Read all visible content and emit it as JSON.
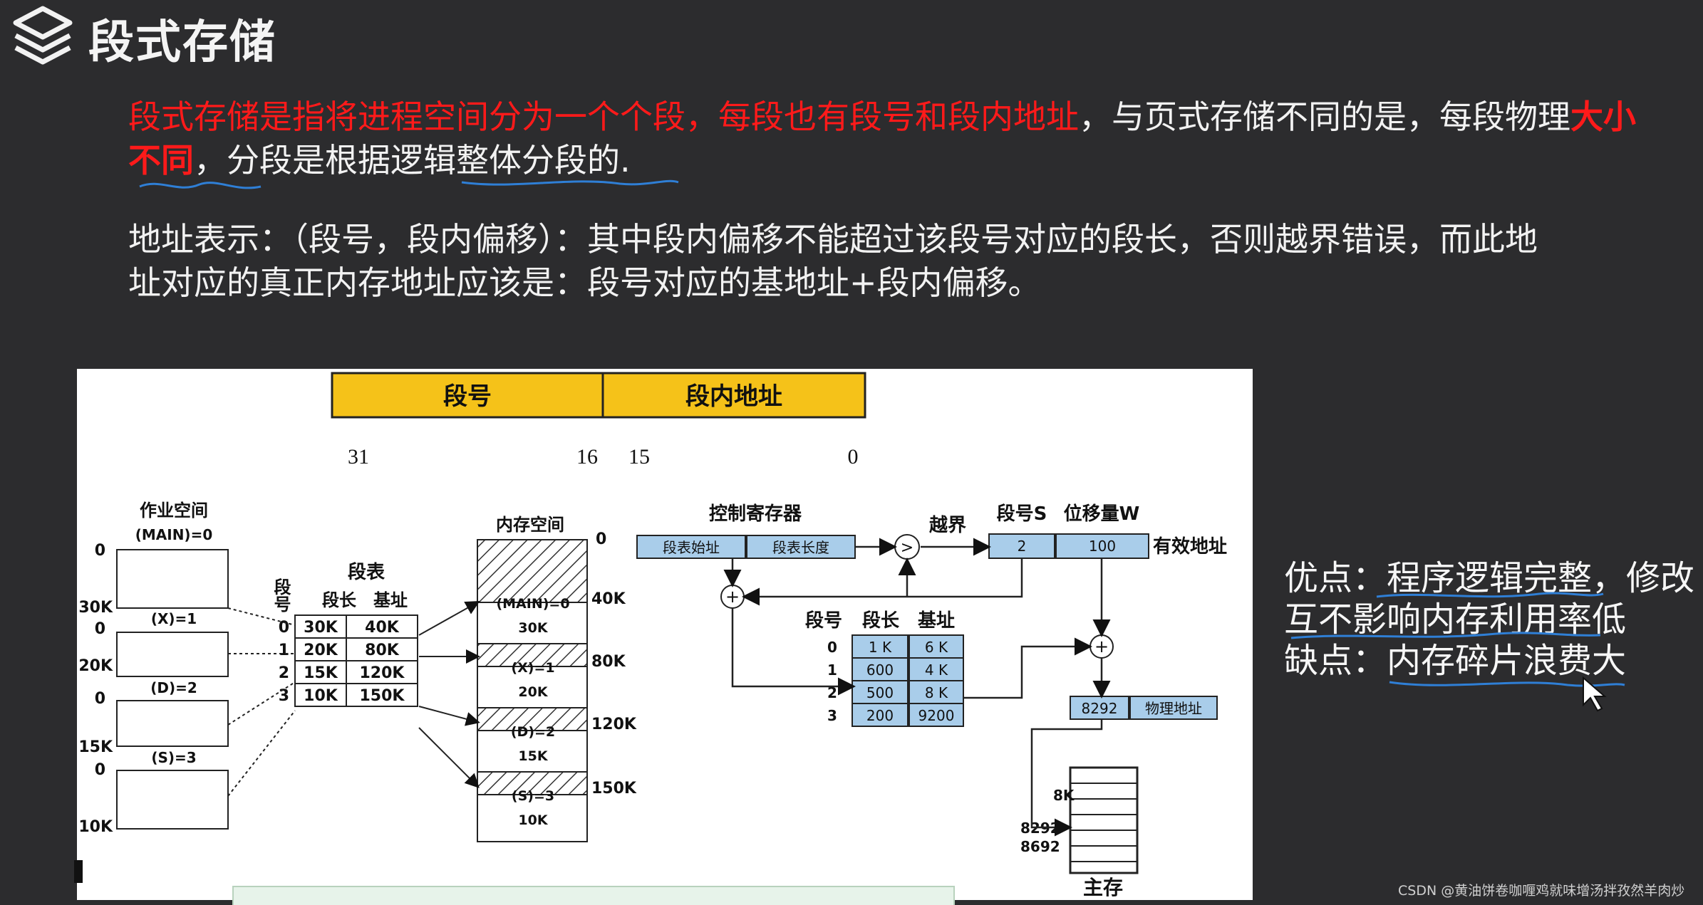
{
  "header": {
    "title": "段式存储",
    "icon": "stack-layers-icon"
  },
  "paragraph1": {
    "red_part": "段式存储是指将进程空间分为一个个段，每段也有段号和段内地址",
    "normal_part1": "，与页式存储不同的是，每段物理",
    "red_bold_part": "大小不同",
    "normal_part2": "，分段是根据逻辑整体分段的."
  },
  "paragraph2": {
    "line1": "地址表示：（段号，段内偏移）：其中段内偏移不能超过该段号对应的段长，否则越界错误，而此地",
    "line2": "址对应的真正内存地址应该是：段号对应的基地址+段内偏移。"
  },
  "diagram": {
    "format_fields": [
      "段号",
      "段内地址"
    ],
    "bit_labels": [
      "31",
      "16",
      "15",
      "0"
    ],
    "job_space_title": "作业空间",
    "job_segments": [
      {
        "label": "(MAIN)=0",
        "size": "30K"
      },
      {
        "label": "(X)=1",
        "size": "20K"
      },
      {
        "label": "(D)=2",
        "size": "15K"
      },
      {
        "label": "(S)=3",
        "size": "10K"
      }
    ],
    "job_zero": "0",
    "segment_number_label": "段号",
    "segment_table_title": "段表",
    "segment_table_headers": [
      "段长",
      "基址"
    ],
    "segment_table_rows": [
      {
        "num": "0",
        "len": "30K",
        "base": "40K"
      },
      {
        "num": "1",
        "len": "20K",
        "base": "80K"
      },
      {
        "num": "2",
        "len": "15K",
        "base": "120K"
      },
      {
        "num": "3",
        "len": "10K",
        "base": "150K"
      }
    ],
    "memory_space_title": "内存空间",
    "memory_segments": [
      {
        "label": "(MAIN)=0",
        "size": "30K"
      },
      {
        "label": "(X)=1",
        "size": "20K"
      },
      {
        "label": "(D)=2",
        "size": "15K"
      },
      {
        "label": "(S)=3",
        "size": "10K"
      }
    ],
    "memory_addresses": [
      "0",
      "40K",
      "80K",
      "120K",
      "150K"
    ],
    "control_register_title": "控制寄存器",
    "control_register_fields": [
      "段表始址",
      "段表长度"
    ],
    "compare_symbol": ">",
    "overflow_label": "越界",
    "segment_s_label": "段号S",
    "offset_w_label": "位移量W",
    "logical_address_values": [
      "2",
      "100"
    ],
    "valid_address_label": "有效地址",
    "table2_headers": [
      "段号",
      "段长",
      "基址"
    ],
    "table2_rows": [
      {
        "num": "0",
        "len": "1 K",
        "base": "6 K"
      },
      {
        "num": "1",
        "len": "600",
        "base": "4 K"
      },
      {
        "num": "2",
        "len": "500",
        "base": "8 K"
      },
      {
        "num": "3",
        "len": "200",
        "base": "9200"
      }
    ],
    "physical_value": "8292",
    "physical_label": "物理地址",
    "main_memory_label": "主存",
    "main_memory_marks": [
      "8K",
      "8292",
      "8692"
    ]
  },
  "pros_cons": {
    "pros_label": "优点：",
    "pros_text1": "程序逻辑完整",
    "pros_text2": "，修改",
    "pros_line2": "互不影响内存利用率低",
    "cons_label": "缺点：",
    "cons_text": "内存碎片浪费大"
  },
  "watermark": "CSDN @黄油饼卷咖喱鸡就味增汤拌孜然羊肉炒",
  "colors": {
    "background": "#2c2c2e",
    "highlight_red": "#ff1a1a",
    "annotation_blue": "#2f7fd6",
    "format_yellow": "#f5c219",
    "table_blue": "#a9cdea"
  }
}
